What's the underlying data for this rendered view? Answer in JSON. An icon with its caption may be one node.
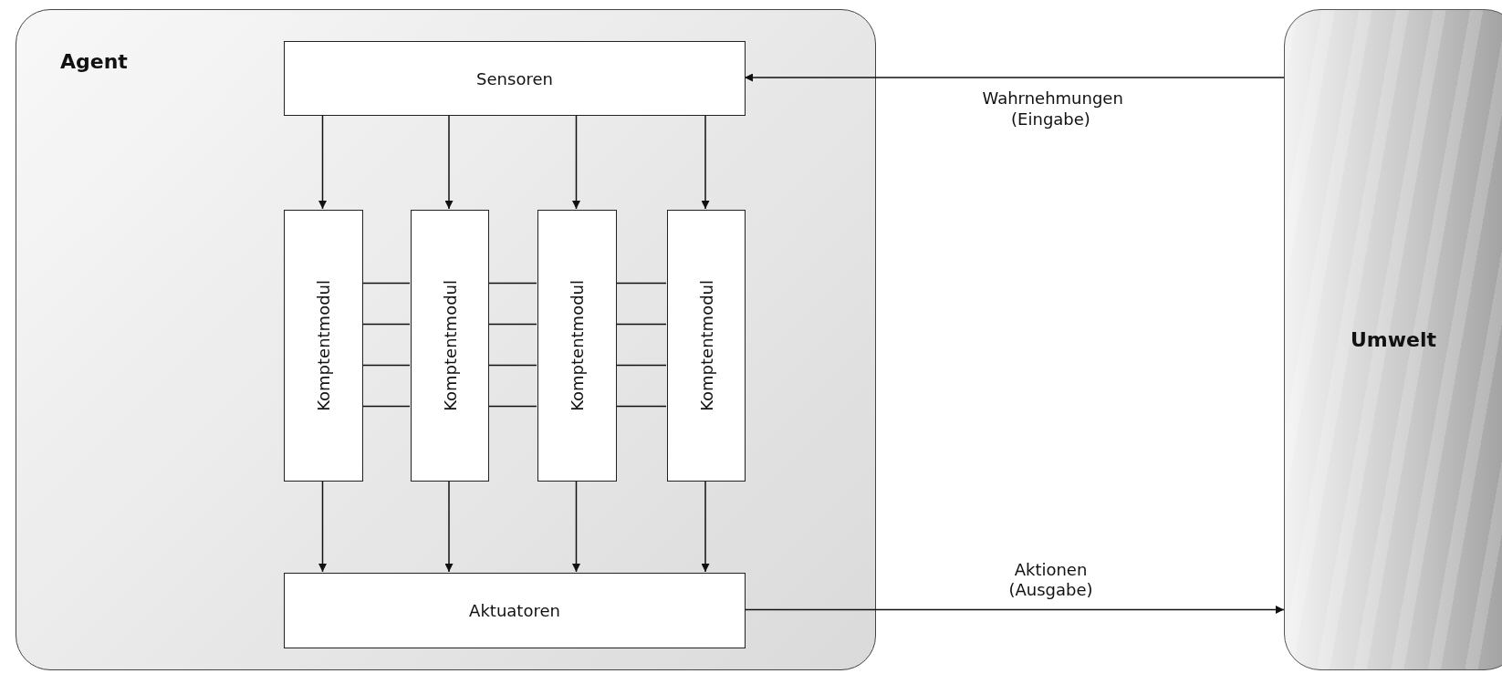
{
  "diagram": {
    "nodes": [
      {
        "text": [
          "Agent"
        ]
      },
      {
        "text": [
          "Sensoren"
        ],
        "in": 0
      },
      {
        "text": [
          "Komptentmodul"
        ],
        "in": 0
      },
      {
        "text": [
          "Komptentmodul"
        ],
        "in": 0
      },
      {
        "text": [
          "Komptentmodul"
        ],
        "in": 0
      },
      {
        "text": [
          "Komptentmodul"
        ],
        "in": 0
      },
      {
        "text": [
          "Aktuatoren"
        ],
        "in": 0
      },
      {
        "text": [
          "Umwelt"
        ]
      }
    ],
    "edges": [
      {
        "from": 7,
        "to": 1,
        "arrow": "to",
        "label": "Wahrnehmungen (Eingabe)"
      },
      {
        "from": 1,
        "to": 2,
        "arrow": "to"
      },
      {
        "from": 1,
        "to": 3,
        "arrow": "to"
      },
      {
        "from": 1,
        "to": 4,
        "arrow": "to"
      },
      {
        "from": 1,
        "to": 5,
        "arrow": "to"
      },
      {
        "from": 2,
        "to": 3,
        "arrow": "none"
      },
      {
        "from": 2,
        "to": 3,
        "arrow": "none"
      },
      {
        "from": 2,
        "to": 3,
        "arrow": "none"
      },
      {
        "from": 2,
        "to": 3,
        "arrow": "none"
      },
      {
        "from": 3,
        "to": 4,
        "arrow": "none"
      },
      {
        "from": 3,
        "to": 4,
        "arrow": "none"
      },
      {
        "from": 3,
        "to": 4,
        "arrow": "none"
      },
      {
        "from": 3,
        "to": 4,
        "arrow": "none"
      },
      {
        "from": 4,
        "to": 5,
        "arrow": "none"
      },
      {
        "from": 4,
        "to": 5,
        "arrow": "none"
      },
      {
        "from": 4,
        "to": 5,
        "arrow": "none"
      },
      {
        "from": 4,
        "to": 5,
        "arrow": "none"
      },
      {
        "from": 2,
        "to": 6,
        "arrow": "to"
      },
      {
        "from": 3,
        "to": 6,
        "arrow": "to"
      },
      {
        "from": 4,
        "to": 6,
        "arrow": "to"
      },
      {
        "from": 5,
        "to": 6,
        "arrow": "to"
      },
      {
        "from": 6,
        "to": 7,
        "arrow": "to",
        "label": "Aktionen (Ausgabe)"
      }
    ]
  }
}
